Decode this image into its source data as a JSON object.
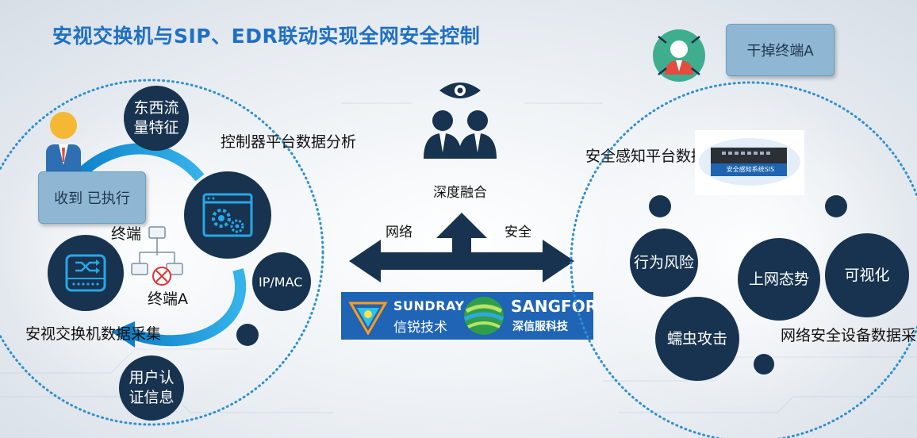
{
  "title": "安视交换机与SIP、EDR联动实现全网安全控制",
  "left": {
    "bubble": "收到 已执行",
    "east_west": "东西流量特征",
    "controller": "控制器平台数据分析",
    "terminal": "终端",
    "terminal_a": "终端A",
    "ipmac": "IP/MAC",
    "switch_label": "安视交换机数据采集",
    "user_auth": "用户认证信息"
  },
  "center": {
    "fusion": "深度融合",
    "network": "网络",
    "security": "安全",
    "sundray_en": "SUNDRAY",
    "sundray_cn": "信锐技术",
    "sangfor_en": "SANGFOR",
    "sangfor_cn": "深信服科技"
  },
  "right": {
    "bubble": "干掉终端A",
    "platform": "安全感知平台数据分析",
    "device_caption": "安全感知系统SIS",
    "behavior": "行为风险",
    "trend": "上网态势",
    "visual": "可视化",
    "worm": "蠕虫攻击",
    "devices": "网络安全设备数据采集"
  },
  "colors": {
    "title": "#1f6fc5",
    "dark": "#17334f",
    "accent": "#1e90d6",
    "logo_bg": "#1f64b5"
  }
}
